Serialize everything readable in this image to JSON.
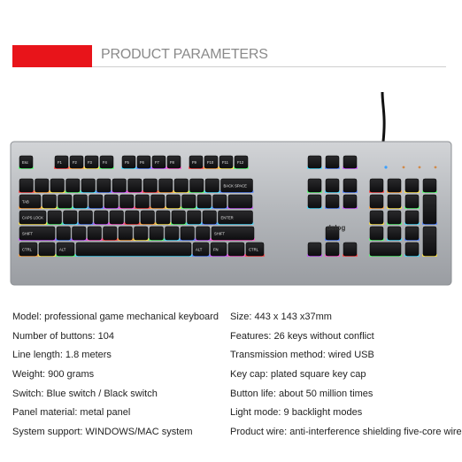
{
  "header": {
    "title": "PRODUCT PARAMETERS",
    "accent_color": "#e8141a"
  },
  "keyboard": {
    "brand": "delog",
    "function_row": [
      "F1",
      "F2",
      "F3",
      "F4",
      "F5",
      "F6",
      "F7",
      "F8",
      "F9",
      "F10",
      "F11",
      "F12"
    ],
    "key_labels": {
      "esc": "Esc",
      "backspace": "BACK SPACE",
      "tab": "TAB",
      "caps": "CAPS LOCK",
      "enter": "ENTER",
      "shift_l": "SHIFT",
      "shift_r": "SHIFT",
      "ctrl_l": "CTRL",
      "alt_l": "ALT",
      "alt_r": "ALT",
      "fn": "FN",
      "ctrl_r": "CTRL"
    },
    "frame_color": "#b9bcc0"
  },
  "specs": {
    "left": [
      "Model: professional game mechanical keyboard",
      "Number of buttons: 104",
      "Line length: 1.8 meters",
      "Weight: 900 grams",
      "Switch: Blue switch / Black switch",
      "Panel material: metal panel",
      "System support: WINDOWS/MAC system"
    ],
    "right": [
      "Size: 443 x 143 x37mm",
      "Features: 26 keys without conflict",
      "Transmission method: wired USB",
      "Key cap: plated square key cap",
      "Button life: about 50 million times",
      "Light mode: 9 backlight modes",
      "Product wire: anti-interference shielding five-core wire"
    ]
  }
}
